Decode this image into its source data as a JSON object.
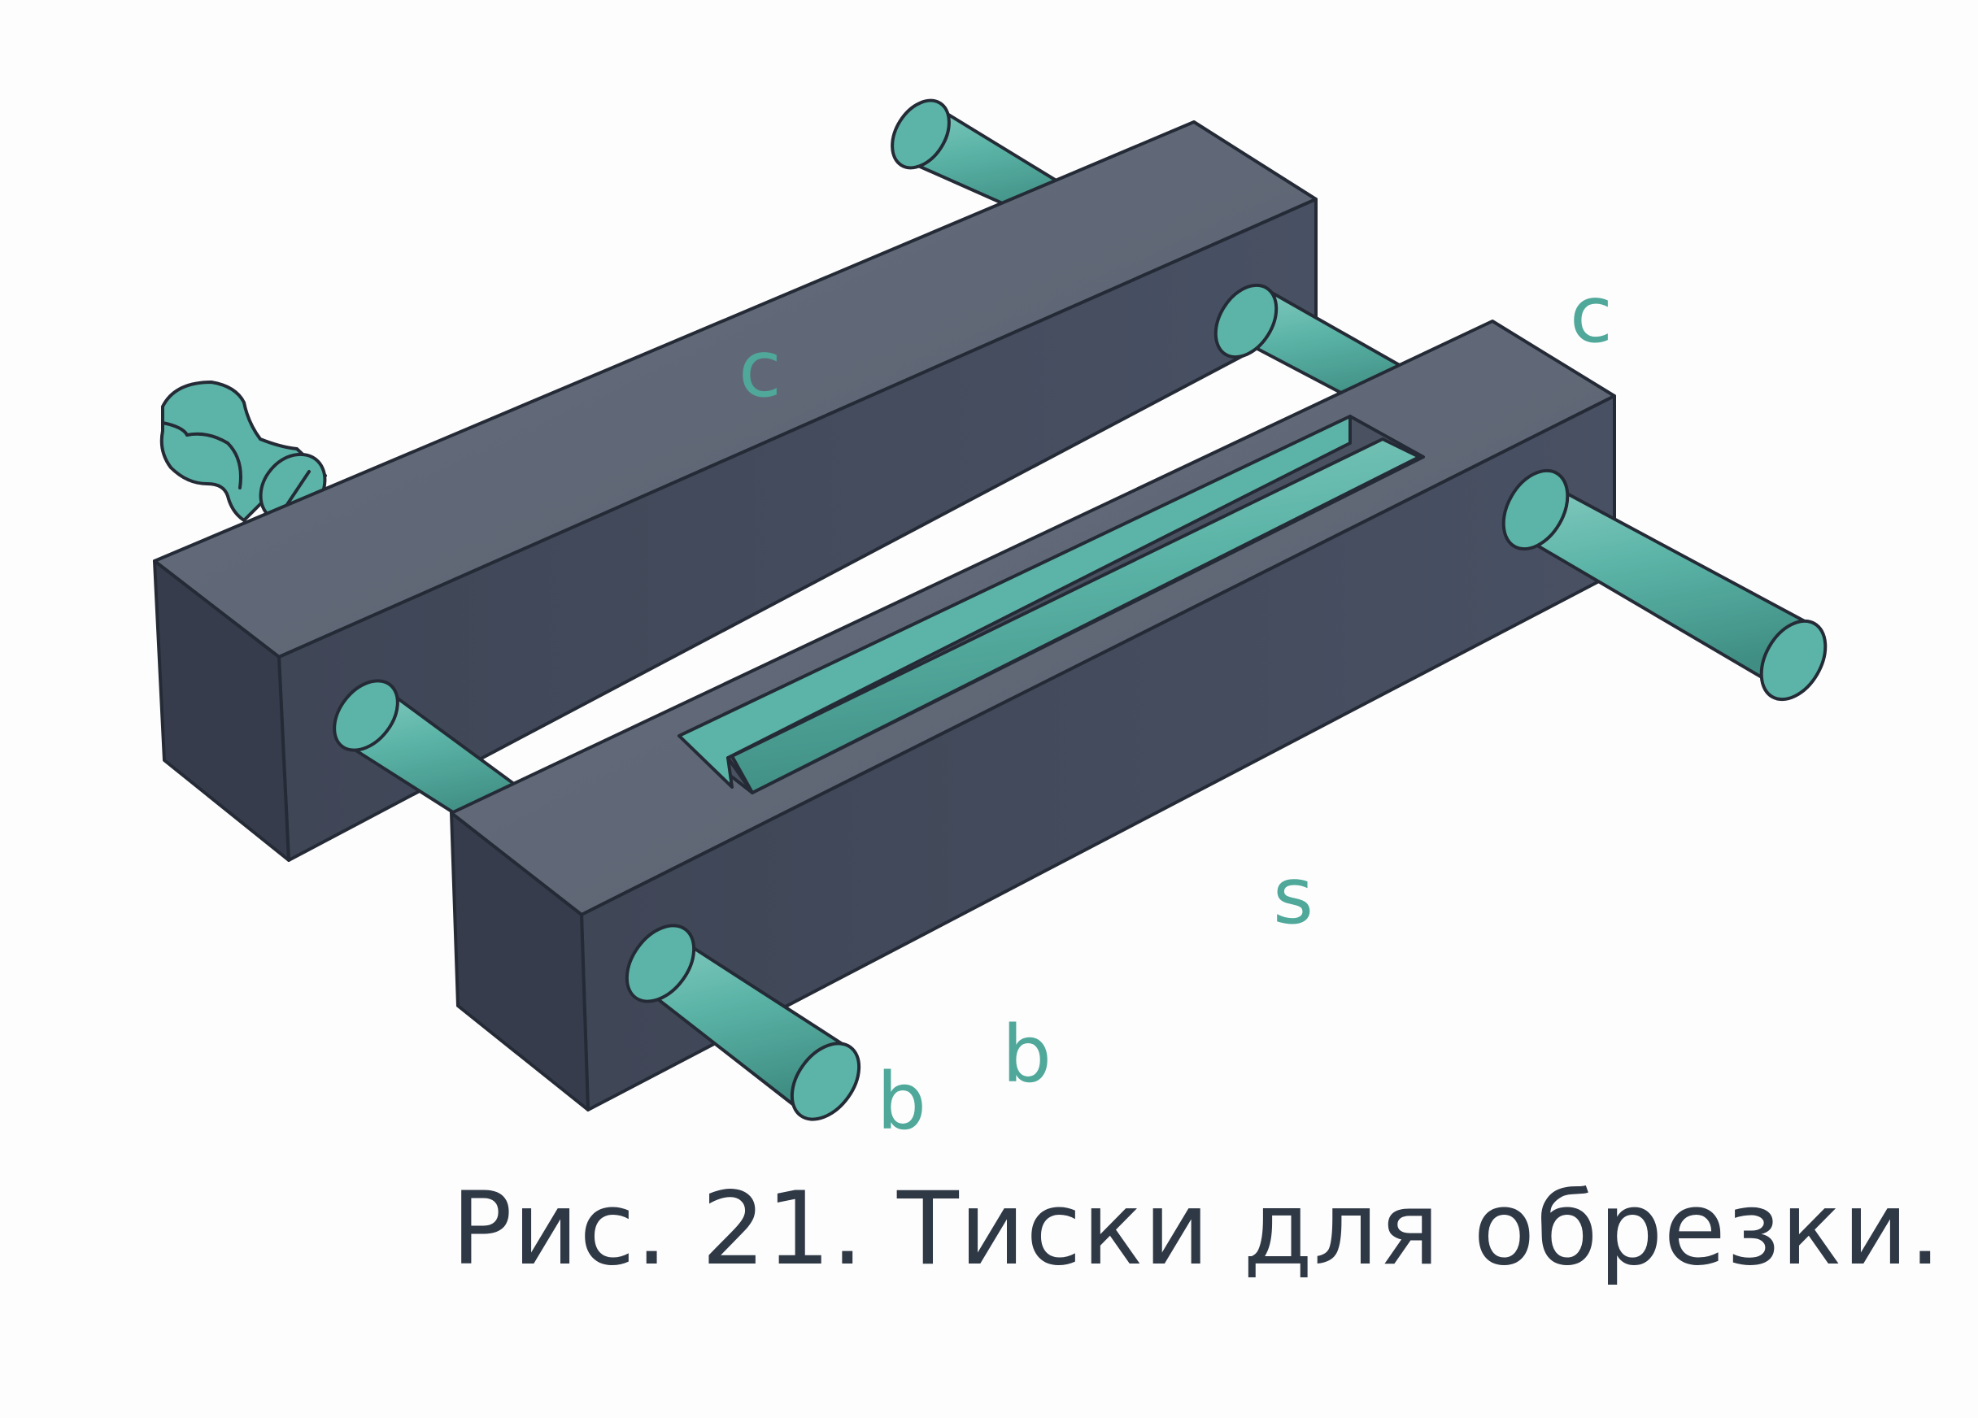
{
  "figure": {
    "caption": "Рис. 21. Тиски для обрезки.",
    "labels": {
      "c_upper_bar": "c",
      "c_right": "c",
      "s": "s",
      "b_left": "b",
      "b_right": "b"
    }
  },
  "colors": {
    "bar_top": "#606877",
    "bar_front": "#444b5b",
    "bar_end": "#363c4b",
    "rod": "#5bb4a7",
    "rod_dark": "#3f8d83",
    "rod_light": "#86cbc1",
    "outline": "#252b36",
    "label": "#4fa89a",
    "caption": "#2f3845"
  }
}
